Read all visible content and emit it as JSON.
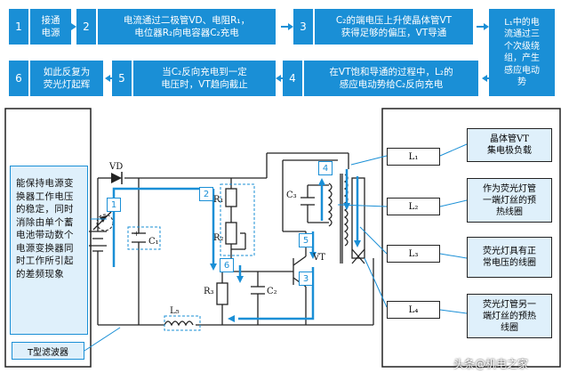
{
  "steps": [
    {
      "num": "1",
      "text": "接通\n电源"
    },
    {
      "num": "2",
      "text": "电流通过二极管VD、电阻R₁，\n电位器R₂向电容器C₂充电"
    },
    {
      "num": "3",
      "text": "C₂的端电压上升使晶体管VT\n获得足够的偏压，VT导通"
    },
    {
      "num": "",
      "text": "L₁中的电\n流通过三\n个次级绕\n组，产生\n感应电动\n势"
    },
    {
      "num": "4",
      "text": "在VT饱和导通的过程中，L₂的\n感应电动势给C₂反向充电"
    },
    {
      "num": "5",
      "text": "当C₂反向充电到一定\n电压时，VT趋向截止"
    },
    {
      "num": "6",
      "text": "如此反复为\n荧光灯起辉"
    }
  ],
  "left_note": "能保持电源变换器工作电压的稳定，同时消除由单个蓄电池带动数个电源变换器同时工作所引起的差频现象",
  "filter_label": "T型滤波器",
  "components": {
    "VD": "VD",
    "R1": "R₁",
    "R2": "R₂",
    "R3": "R₃",
    "C1": "C₁",
    "C2": "C₂",
    "C3": "C₃",
    "L5": "L₅",
    "VT": "VT",
    "plus": "+"
  },
  "coils": [
    {
      "name": "L₁",
      "desc": "晶体管VT\n集电极负载"
    },
    {
      "name": "L₂",
      "desc": "作为荧光灯管\n一端灯丝的预\n热线圈"
    },
    {
      "name": "L₃",
      "desc": "荧光灯具有正\n常电压的线圈"
    },
    {
      "name": "L₄",
      "desc": "荧光灯管另一\n端灯丝的预热\n线圈"
    }
  ],
  "badges": {
    "b1": "1",
    "b2": "2",
    "b3": "3",
    "b4": "4",
    "b5": "5",
    "b6": "6"
  },
  "watermark": "头条@机电之家",
  "colors": {
    "accent": "#1a8fd6",
    "light": "#dff0fb"
  }
}
